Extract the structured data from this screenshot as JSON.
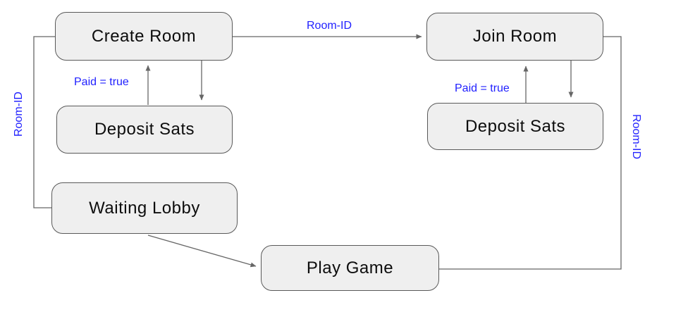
{
  "diagram": {
    "title": "Room / game flow diagram",
    "colors": {
      "background": "#ffffff",
      "node_fill": "#efefef",
      "node_border": "#595959",
      "connector": "#666666",
      "edge_label": "#1f1fff",
      "node_text": "#0d0d0d"
    },
    "nodes": [
      {
        "id": "create-room",
        "label": "Create Room"
      },
      {
        "id": "join-room",
        "label": "Join Room"
      },
      {
        "id": "deposit-sats-left",
        "label": "Deposit Sats"
      },
      {
        "id": "deposit-sats-right",
        "label": "Deposit Sats"
      },
      {
        "id": "waiting-lobby",
        "label": "Waiting Lobby"
      },
      {
        "id": "play-game",
        "label": "Play Game"
      }
    ],
    "edge_labels": {
      "room_id_top": "Room-ID",
      "room_id_left": "Room-ID",
      "room_id_right": "Room-ID",
      "paid_true_left": "Paid = true",
      "paid_true_right": "Paid = true"
    },
    "edges": [
      {
        "from": "create-room",
        "to": "join-room",
        "label": "Room-ID",
        "arrow": true
      },
      {
        "from": "deposit-sats-left",
        "to": "create-room",
        "label": "Paid = true",
        "arrow": true
      },
      {
        "from": "create-room",
        "to": "deposit-sats-left",
        "label": "",
        "arrow": true
      },
      {
        "from": "deposit-sats-right",
        "to": "join-room",
        "label": "Paid = true",
        "arrow": true
      },
      {
        "from": "join-room",
        "to": "deposit-sats-right",
        "label": "",
        "arrow": true
      },
      {
        "from": "create-room",
        "to": "waiting-lobby",
        "label": "Room-ID",
        "arrow": false
      },
      {
        "from": "waiting-lobby",
        "to": "play-game",
        "label": "",
        "arrow": true
      },
      {
        "from": "join-room",
        "to": "play-game",
        "label": "Room-ID",
        "arrow": false
      }
    ]
  }
}
